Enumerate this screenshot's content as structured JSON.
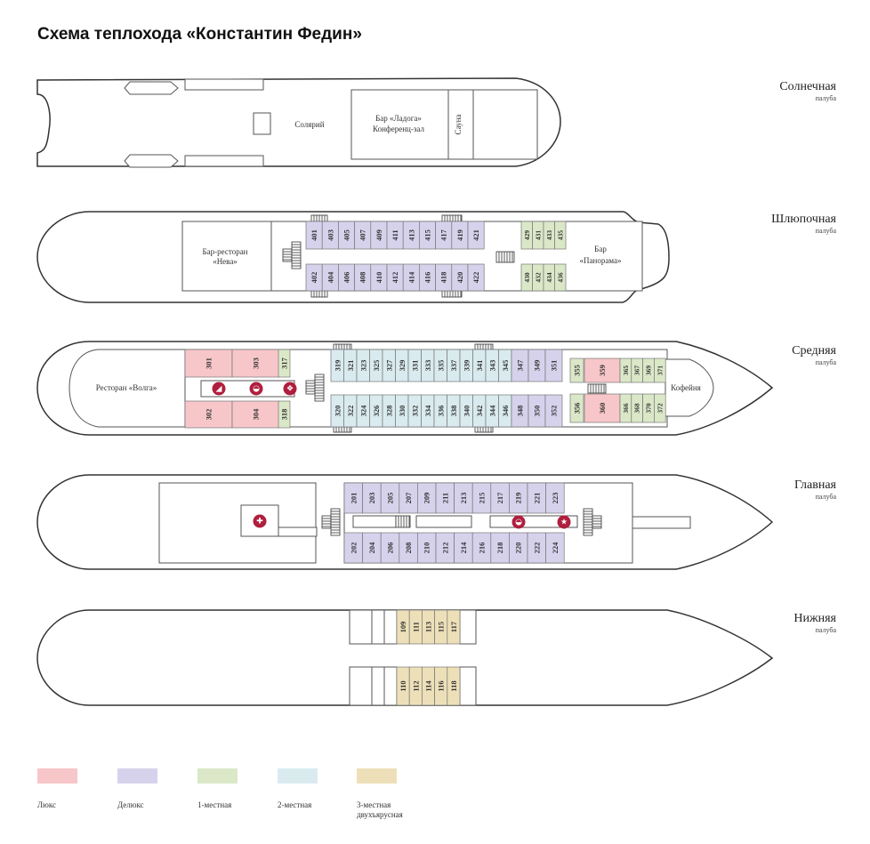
{
  "title": "Схема теплохода «Константин Федин»",
  "colors": {
    "lux": "#f7c6c9",
    "delux": "#d7d2ec",
    "single": "#dbe8c8",
    "double": "#d9ebef",
    "triple": "#ede0b8",
    "hull": "#333333",
    "icon": "#b01e3e"
  },
  "decks": [
    {
      "name": "Солнечная",
      "sub": "палуба"
    },
    {
      "name": "Шлюпочная",
      "sub": "палуба"
    },
    {
      "name": "Средняя",
      "sub": "палуба"
    },
    {
      "name": "Главная",
      "sub": "палуба"
    },
    {
      "name": "Нижняя",
      "sub": "палуба"
    }
  ],
  "areas": {
    "solarium": "Солярий",
    "bar_ladoga_1": "Бар «Ладога»",
    "bar_ladoga_2": "Конференц-зал",
    "sauna": "Сауна",
    "bar_neva_1": "Бар-ресторан",
    "bar_neva_2": "«Нева»",
    "bar_panorama_1": "Бар",
    "bar_panorama_2": "«Панорама»",
    "restaurant_volga": "Ресторан «Волга»",
    "cafe": "Кофейня"
  },
  "cabins": {
    "boat_top_delux": [
      "401",
      "403",
      "405",
      "407",
      "409",
      "411",
      "413",
      "415",
      "417",
      "419",
      "421"
    ],
    "boat_bottom_delux": [
      "402",
      "404",
      "406",
      "408",
      "410",
      "412",
      "414",
      "416",
      "418",
      "420",
      "422"
    ],
    "boat_top_single": [
      "429",
      "431",
      "433",
      "435"
    ],
    "boat_bottom_single": [
      "430",
      "432",
      "434",
      "436"
    ],
    "mid_lux_top": [
      "301",
      "303"
    ],
    "mid_lux_bottom": [
      "302",
      "304"
    ],
    "mid_single_a": [
      "317",
      "318"
    ],
    "mid_top_double": [
      "319",
      "321",
      "323",
      "325",
      "327",
      "329",
      "331",
      "333",
      "335",
      "337",
      "339",
      "341",
      "343",
      "345"
    ],
    "mid_bottom_double": [
      "320",
      "322",
      "324",
      "326",
      "328",
      "330",
      "332",
      "334",
      "336",
      "338",
      "340",
      "342",
      "344",
      "346"
    ],
    "mid_delux_top": [
      "347",
      "349",
      "351"
    ],
    "mid_delux_bottom": [
      "348",
      "350",
      "352"
    ],
    "mid_single_b": [
      "355",
      "356"
    ],
    "mid_lux_aft": [
      "359",
      "360"
    ],
    "mid_single_top_aft": [
      "365",
      "367",
      "369",
      "371"
    ],
    "mid_single_bottom_aft": [
      "366",
      "368",
      "370",
      "372"
    ],
    "main_top_delux": [
      "201",
      "203",
      "205",
      "207",
      "209",
      "211",
      "213",
      "215",
      "217",
      "219",
      "221",
      "223"
    ],
    "main_bottom_delux": [
      "202",
      "204",
      "206",
      "208",
      "210",
      "212",
      "214",
      "216",
      "218",
      "220",
      "222",
      "224"
    ],
    "lower_top_triple": [
      "109",
      "111",
      "113",
      "115",
      "117"
    ],
    "lower_bottom_triple": [
      "110",
      "112",
      "114",
      "116",
      "118"
    ]
  },
  "legend": [
    {
      "key": "lux",
      "label": "Люкс"
    },
    {
      "key": "delux",
      "label": "Делюкс"
    },
    {
      "key": "single",
      "label": "1-местная"
    },
    {
      "key": "double",
      "label": "2-местная"
    },
    {
      "key": "triple",
      "label": "3-местная двухъярусная"
    }
  ]
}
